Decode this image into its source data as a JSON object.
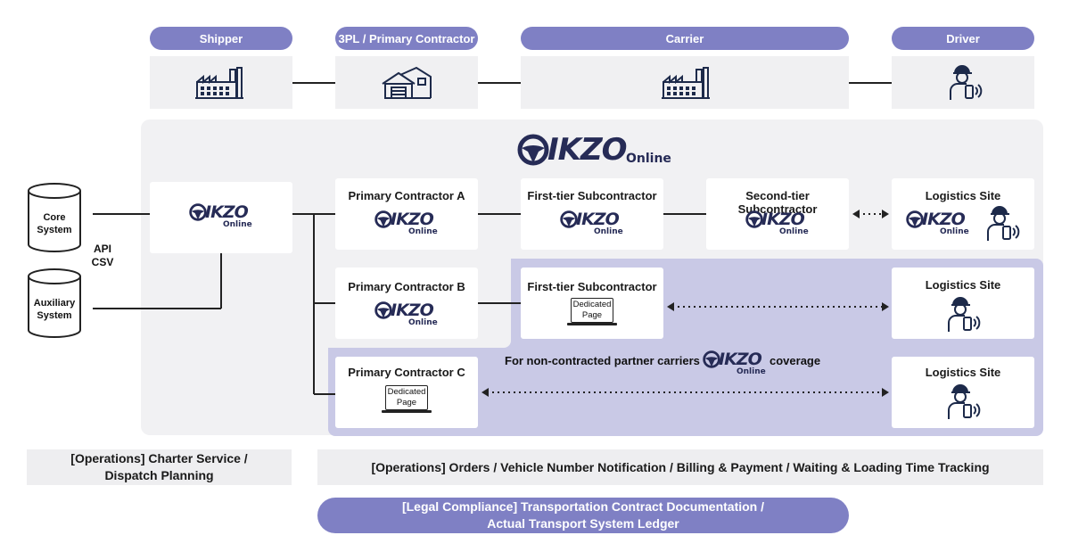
{
  "roles": {
    "shipper": "Shipper",
    "tpl": "3PL / Primary Contractor",
    "carrier": "Carrier",
    "driver": "Driver"
  },
  "logo": {
    "main": "IKZO",
    "sub": "Online"
  },
  "systems": {
    "core": "Core\nSystem",
    "auxiliary": "Auxiliary\nSystem",
    "api_csv": "API\nCSV"
  },
  "cards": {
    "primary_a": "Primary Contractor A",
    "first_tier_a": "First-tier Subcontractor",
    "second_tier": "Second-tier Subcontractor",
    "site_a": "Logistics Site",
    "primary_b": "Primary Contractor B",
    "first_tier_b": "First-tier Subcontractor",
    "site_b": "Logistics Site",
    "primary_c": "Primary Contractor C",
    "site_c": "Logistics Site"
  },
  "dedicated_page": "Dedicated\nPage",
  "coverage": {
    "before": "For non-contracted partner carriers",
    "after": "coverage"
  },
  "bottom": {
    "ops_charter": "[Operations] Charter Service /\nDispatch Planning",
    "ops_orders": "[Operations] Orders / Vehicle Number Notification / Billing & Payment / Waiting & Loading Time Tracking",
    "legal": "[Legal Compliance] Transportation Contract Documentation /\nActual Transport System Ledger"
  },
  "colors": {
    "accent": "#7f80c4",
    "logo": "#262b56",
    "panel": "#f1f1f3",
    "purple_area": "#c9c9e6"
  }
}
